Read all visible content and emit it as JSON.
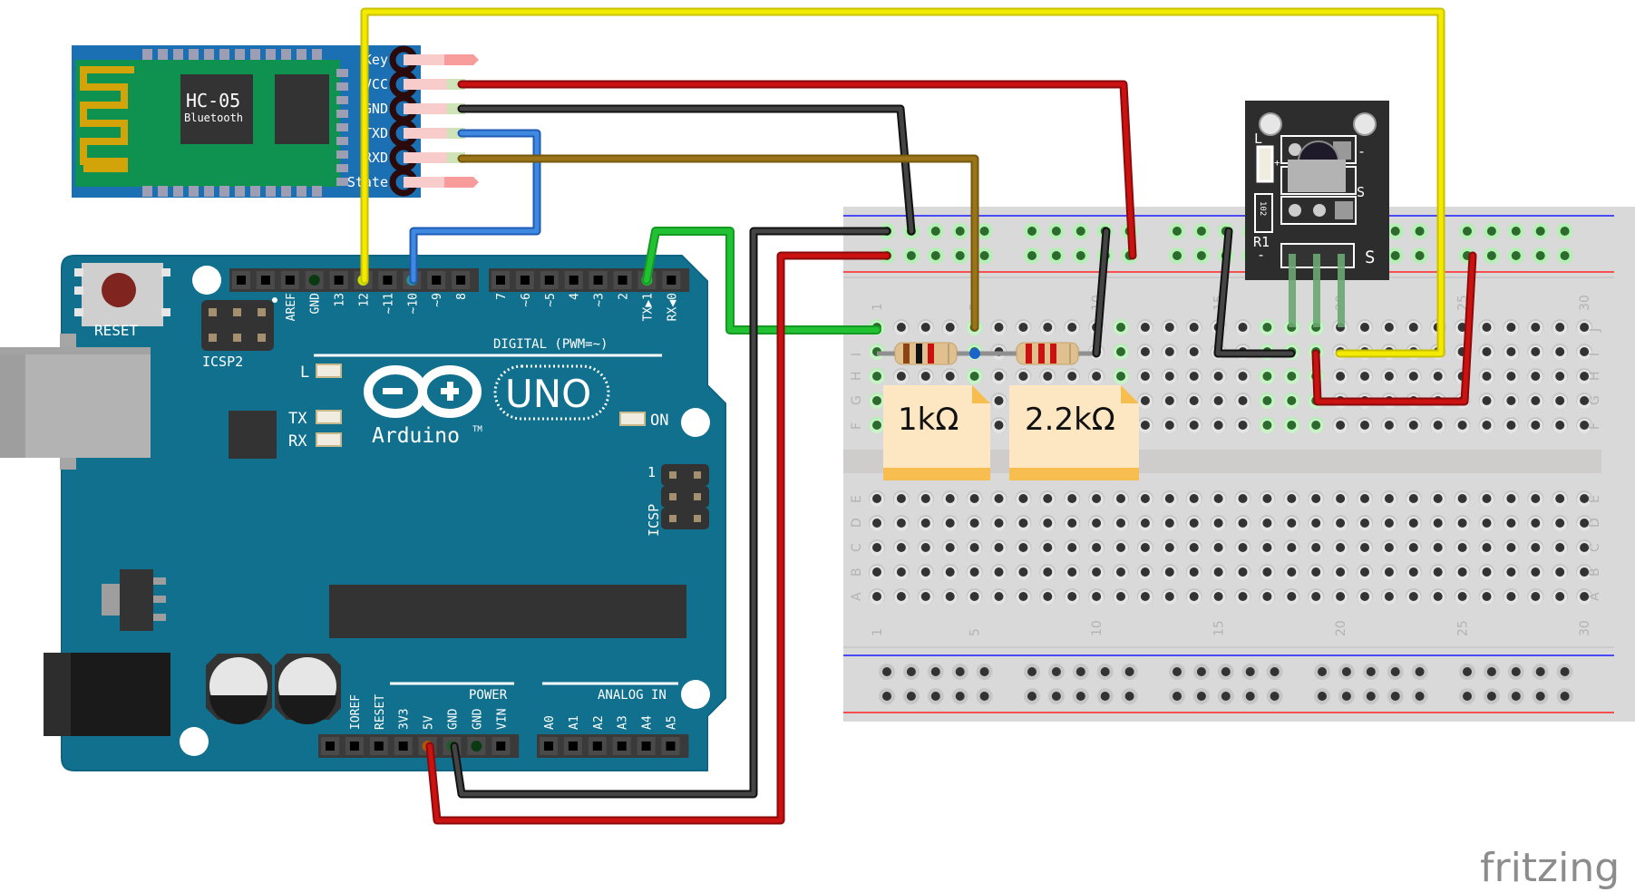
{
  "title": "Arduino UNO with HC-05 Bluetooth and IR receiver on breadboard",
  "watermark": "fritzing",
  "hc05": {
    "name": "HC-05",
    "subtitle": "Bluetooth",
    "pins": [
      "Key",
      "VCC",
      "GND",
      "TXD",
      "RXD",
      "State"
    ]
  },
  "arduino": {
    "model": "UNO",
    "brand": "Arduino",
    "trademark": "TM",
    "reset_label": "RESET",
    "icsp2_label": "ICSP2",
    "icsp_label": "ICSP",
    "icsp_pin1": "1",
    "digital_label": "DIGITAL (PWM=~)",
    "power_label": "POWER",
    "analog_label": "ANALOG IN",
    "led_labels": {
      "l": "L",
      "tx": "TX",
      "rx": "RX",
      "on": "ON"
    },
    "digital_header_left": [
      "",
      "",
      "AREF",
      "GND",
      "13",
      "12",
      "~11",
      "~10",
      "~9",
      "8"
    ],
    "digital_header_right": [
      "7",
      "~6",
      "~5",
      "4",
      "~3",
      "2",
      "TX▶1",
      "RX◀0"
    ],
    "power_header": [
      "",
      "IOREF",
      "RESET",
      "3V3",
      "5V",
      "GND",
      "GND",
      "VIN"
    ],
    "analog_header": [
      "A0",
      "A1",
      "A2",
      "A3",
      "A4",
      "A5"
    ]
  },
  "ir_module": {
    "labels": {
      "l": "L",
      "r1": "R1",
      "r1_value": "102",
      "minus": "-",
      "s": "S",
      "plus": "+"
    },
    "pins": [
      "-",
      "+",
      "S"
    ]
  },
  "breadboard": {
    "columns": 30,
    "rows_top": [
      "J",
      "I",
      "H",
      "G",
      "F"
    ],
    "rows_bottom": [
      "E",
      "D",
      "C",
      "B",
      "A"
    ],
    "column_labels": [
      "1",
      "5",
      "10",
      "15",
      "20",
      "25",
      "30"
    ]
  },
  "resistors": [
    {
      "label": "1kΩ",
      "bands": [
        "#8b4513",
        "#111111",
        "#cc1111"
      ]
    },
    {
      "label": "2.2kΩ",
      "bands": [
        "#cc1111",
        "#cc1111",
        "#cc1111"
      ]
    }
  ],
  "wires": [
    {
      "name": "wire-hc05-state-yellow",
      "color": "#f4ea00",
      "from": "Arduino D12",
      "to": "IR module S"
    },
    {
      "name": "wire-hc05-vcc-red",
      "color": "#cc1111",
      "from": "HC-05 VCC",
      "to": "Breadboard + rail"
    },
    {
      "name": "wire-hc05-gnd-black",
      "color": "#333333",
      "from": "HC-05 GND",
      "to": "Breadboard - rail"
    },
    {
      "name": "wire-hc05-txd-blue",
      "color": "#3a7bd5",
      "from": "HC-05 TXD",
      "to": "Arduino D10"
    },
    {
      "name": "wire-hc05-rxd-brown",
      "color": "#9a7418",
      "from": "HC-05 RXD",
      "to": "Resistor divider midpoint"
    },
    {
      "name": "wire-tx-green",
      "color": "#22c033",
      "from": "Arduino TX 1",
      "to": "Breadboard 1kΩ"
    },
    {
      "name": "wire-gnd-black",
      "color": "#333333",
      "from": "Arduino GND",
      "to": "Breadboard - rail"
    },
    {
      "name": "wire-5v-red",
      "color": "#cc1111",
      "from": "Arduino 5V",
      "to": "Breadboard + rail"
    }
  ],
  "colors": {
    "pcb": "#10708e",
    "pcb_edge": "#0e6583",
    "hc05_board": "#1b6fb3",
    "hc05_inner": "#0f9150",
    "breadboard": "#d9d9d9",
    "rail_blue": "#1a1aff",
    "rail_red": "#ff2222",
    "note_bg": "#fde6c2",
    "note_fold": "#f8bd4f"
  }
}
